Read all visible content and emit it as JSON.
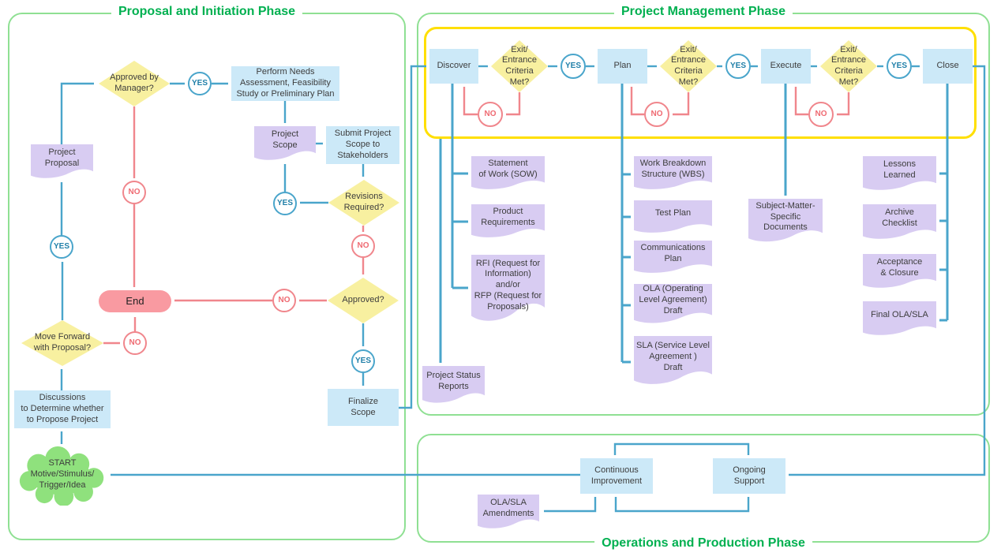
{
  "phases": {
    "proposal": {
      "title": "Proposal and Initiation Phase"
    },
    "management": {
      "title": "Project Management Phase"
    },
    "operations": {
      "title": "Operations and Production Phase"
    }
  },
  "labels": {
    "yes": "YES",
    "no": "NO",
    "exit_criteria": "Exit/\nEntrance\nCriteria\nMet?"
  },
  "nodes": {
    "approved_by_manager": {
      "label": "Approved by\nManager?"
    },
    "perform_needs": {
      "label": "Perform Needs\nAssessment, Feasibility\nStudy or Preliminary Plan"
    },
    "project_scope": {
      "label": "Project\nScope"
    },
    "submit_scope": {
      "label": "Submit Project\nScope to\nStakeholders"
    },
    "revisions_required": {
      "label": "Revisions\nRequired?"
    },
    "approved": {
      "label": "Approved?"
    },
    "finalize_scope": {
      "label": "Finalize\nScope"
    },
    "end": {
      "label": "End"
    },
    "project_proposal": {
      "label": "Project\nProposal"
    },
    "move_forward": {
      "label": "Move Forward\nwith Proposal?"
    },
    "discussions": {
      "label": "Discussions\nto Determine whether\nto Propose Project"
    },
    "start": {
      "label": "START\nMotive/Stimulus/\nTrigger/Idea"
    },
    "discover": {
      "label": "Discover"
    },
    "plan": {
      "label": "Plan"
    },
    "execute": {
      "label": "Execute"
    },
    "close": {
      "label": "Close"
    },
    "sow": {
      "label": "Statement\nof Work (SOW)"
    },
    "product_requirements": {
      "label": "Product\nRequirements"
    },
    "rfi_rfp": {
      "label": "RFI (Request for\nInformation)\nand/or\nRFP (Request for\nProposals)"
    },
    "status_reports": {
      "label": "Project Status\nReports"
    },
    "wbs": {
      "label": "Work Breakdown\nStructure (WBS)"
    },
    "test_plan": {
      "label": "Test Plan"
    },
    "communications_plan": {
      "label": "Communications\nPlan"
    },
    "ola_draft": {
      "label": "OLA (Operating\nLevel Agreement)\nDraft"
    },
    "sla_draft": {
      "label": "SLA (Service Level\nAgreement )\nDraft"
    },
    "subject_matter_docs": {
      "label": "Subject-Matter-\nSpecific\nDocuments"
    },
    "lessons_learned": {
      "label": "Lessons\nLearned"
    },
    "archive_checklist": {
      "label": "Archive\nChecklist"
    },
    "acceptance_closure": {
      "label": "Acceptance\n& Closure"
    },
    "final_ola_sla": {
      "label": "Final OLA/SLA"
    },
    "continuous_improvement": {
      "label": "Continuous\nImprovement"
    },
    "ongoing_support": {
      "label": "Ongoing\nSupport"
    },
    "ola_sla_amendments": {
      "label": "OLA/SLA\nAmendments"
    }
  },
  "colors": {
    "phase_title": "#00b050",
    "panel_border": "#8fe093",
    "iteration_border": "#ffdf00",
    "process_fill": "#cce9f8",
    "document_fill": "#d8ccf2",
    "decision_fill": "#f8f0a0",
    "flow_line": "#4aa5cb",
    "reject_line": "#f0868c",
    "end_fill": "#f99aa1",
    "start_cloud_fill": "#8fe17d"
  }
}
